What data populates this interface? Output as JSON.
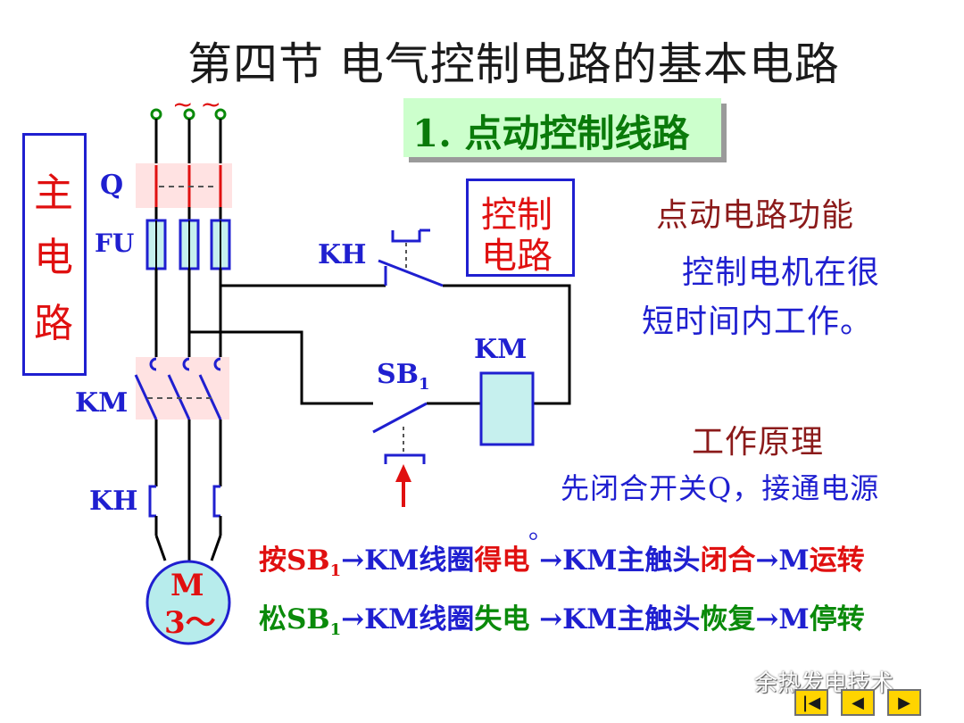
{
  "title": "第四节 电气控制电路的基本电路",
  "subtitle": "1. 点动控制线路",
  "main_circuit_label": [
    "主",
    "电",
    "路"
  ],
  "control_circuit_label": [
    "控制",
    "电路"
  ],
  "labels": {
    "q": "Q",
    "fu": "FU",
    "km_main": "KM",
    "kh_main": "KH",
    "kh_ctrl": "KH",
    "sb1_base": "SB",
    "sb1_sub": "1",
    "km_coil": "KM",
    "motor_line1": "M",
    "motor_line2": "3～",
    "tilde": "~~"
  },
  "function": {
    "heading": "点动电路功能",
    "line1": "控制电机在很",
    "line2": "短时间内工作。"
  },
  "principle": {
    "heading": "工作原理",
    "line1": "先闭合开关Q，接通电源",
    "dot": "。"
  },
  "sequence_press": {
    "a": "按SB",
    "a_sub": "1",
    "b": "→KM线圈",
    "c": "得电",
    "d": "→KM主触头",
    "e": "闭合",
    "f": "→M",
    "g": "运转"
  },
  "sequence_release": {
    "a": "松SB",
    "a_sub": "1",
    "b": "→KM线圈",
    "c": "失电",
    "d": "→KM主触头",
    "e": "恢复",
    "f": "→M",
    "g": "停转"
  },
  "watermark": "余热发电技术",
  "nav": {
    "first": "|◀",
    "prev": "◀",
    "next": "▶"
  },
  "colors": {
    "wire": "#000000",
    "blue": "#1f1fd0",
    "red": "#e01010",
    "green": "#0a8a0a",
    "fuse": "#c6f0ee"
  }
}
